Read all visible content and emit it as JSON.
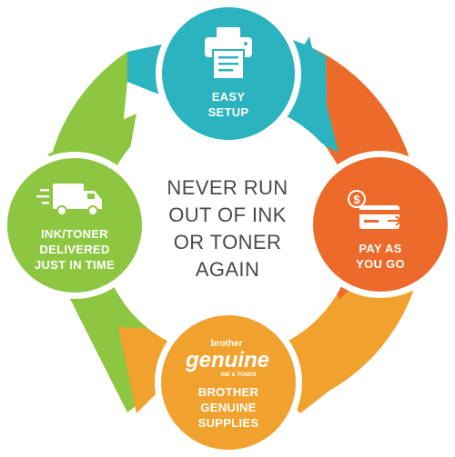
{
  "center_lines": [
    "NEVER RUN",
    "OUT OF INK",
    "OR TONER",
    "AGAIN"
  ],
  "nodes": [
    {
      "key": "top",
      "lines": [
        "EASY",
        "SETUP"
      ],
      "color": "#2bb3bf",
      "icon": "printer-icon"
    },
    {
      "key": "right",
      "lines": [
        "PAY AS",
        "YOU GO"
      ],
      "color": "#ec6a2a",
      "icon": "credit-card-dollar-icon"
    },
    {
      "key": "bottom",
      "lines": [
        "BROTHER",
        "GENUINE",
        "SUPPLIES"
      ],
      "color": "#f1a22e",
      "icon": "brother-genuine-logo"
    },
    {
      "key": "left",
      "lines": [
        "INK/TONER",
        "DELIVERED",
        "JUST IN TIME"
      ],
      "color": "#8dc641",
      "icon": "delivery-truck-icon"
    }
  ],
  "logo": {
    "top": "brother",
    "main": "genuine",
    "sub": "INK & TONER"
  },
  "colors": {
    "teal": "#2bb3bf",
    "orange": "#ec6a2a",
    "amber": "#f1a22e",
    "green": "#8dc641",
    "text": "#4a4a4a"
  }
}
